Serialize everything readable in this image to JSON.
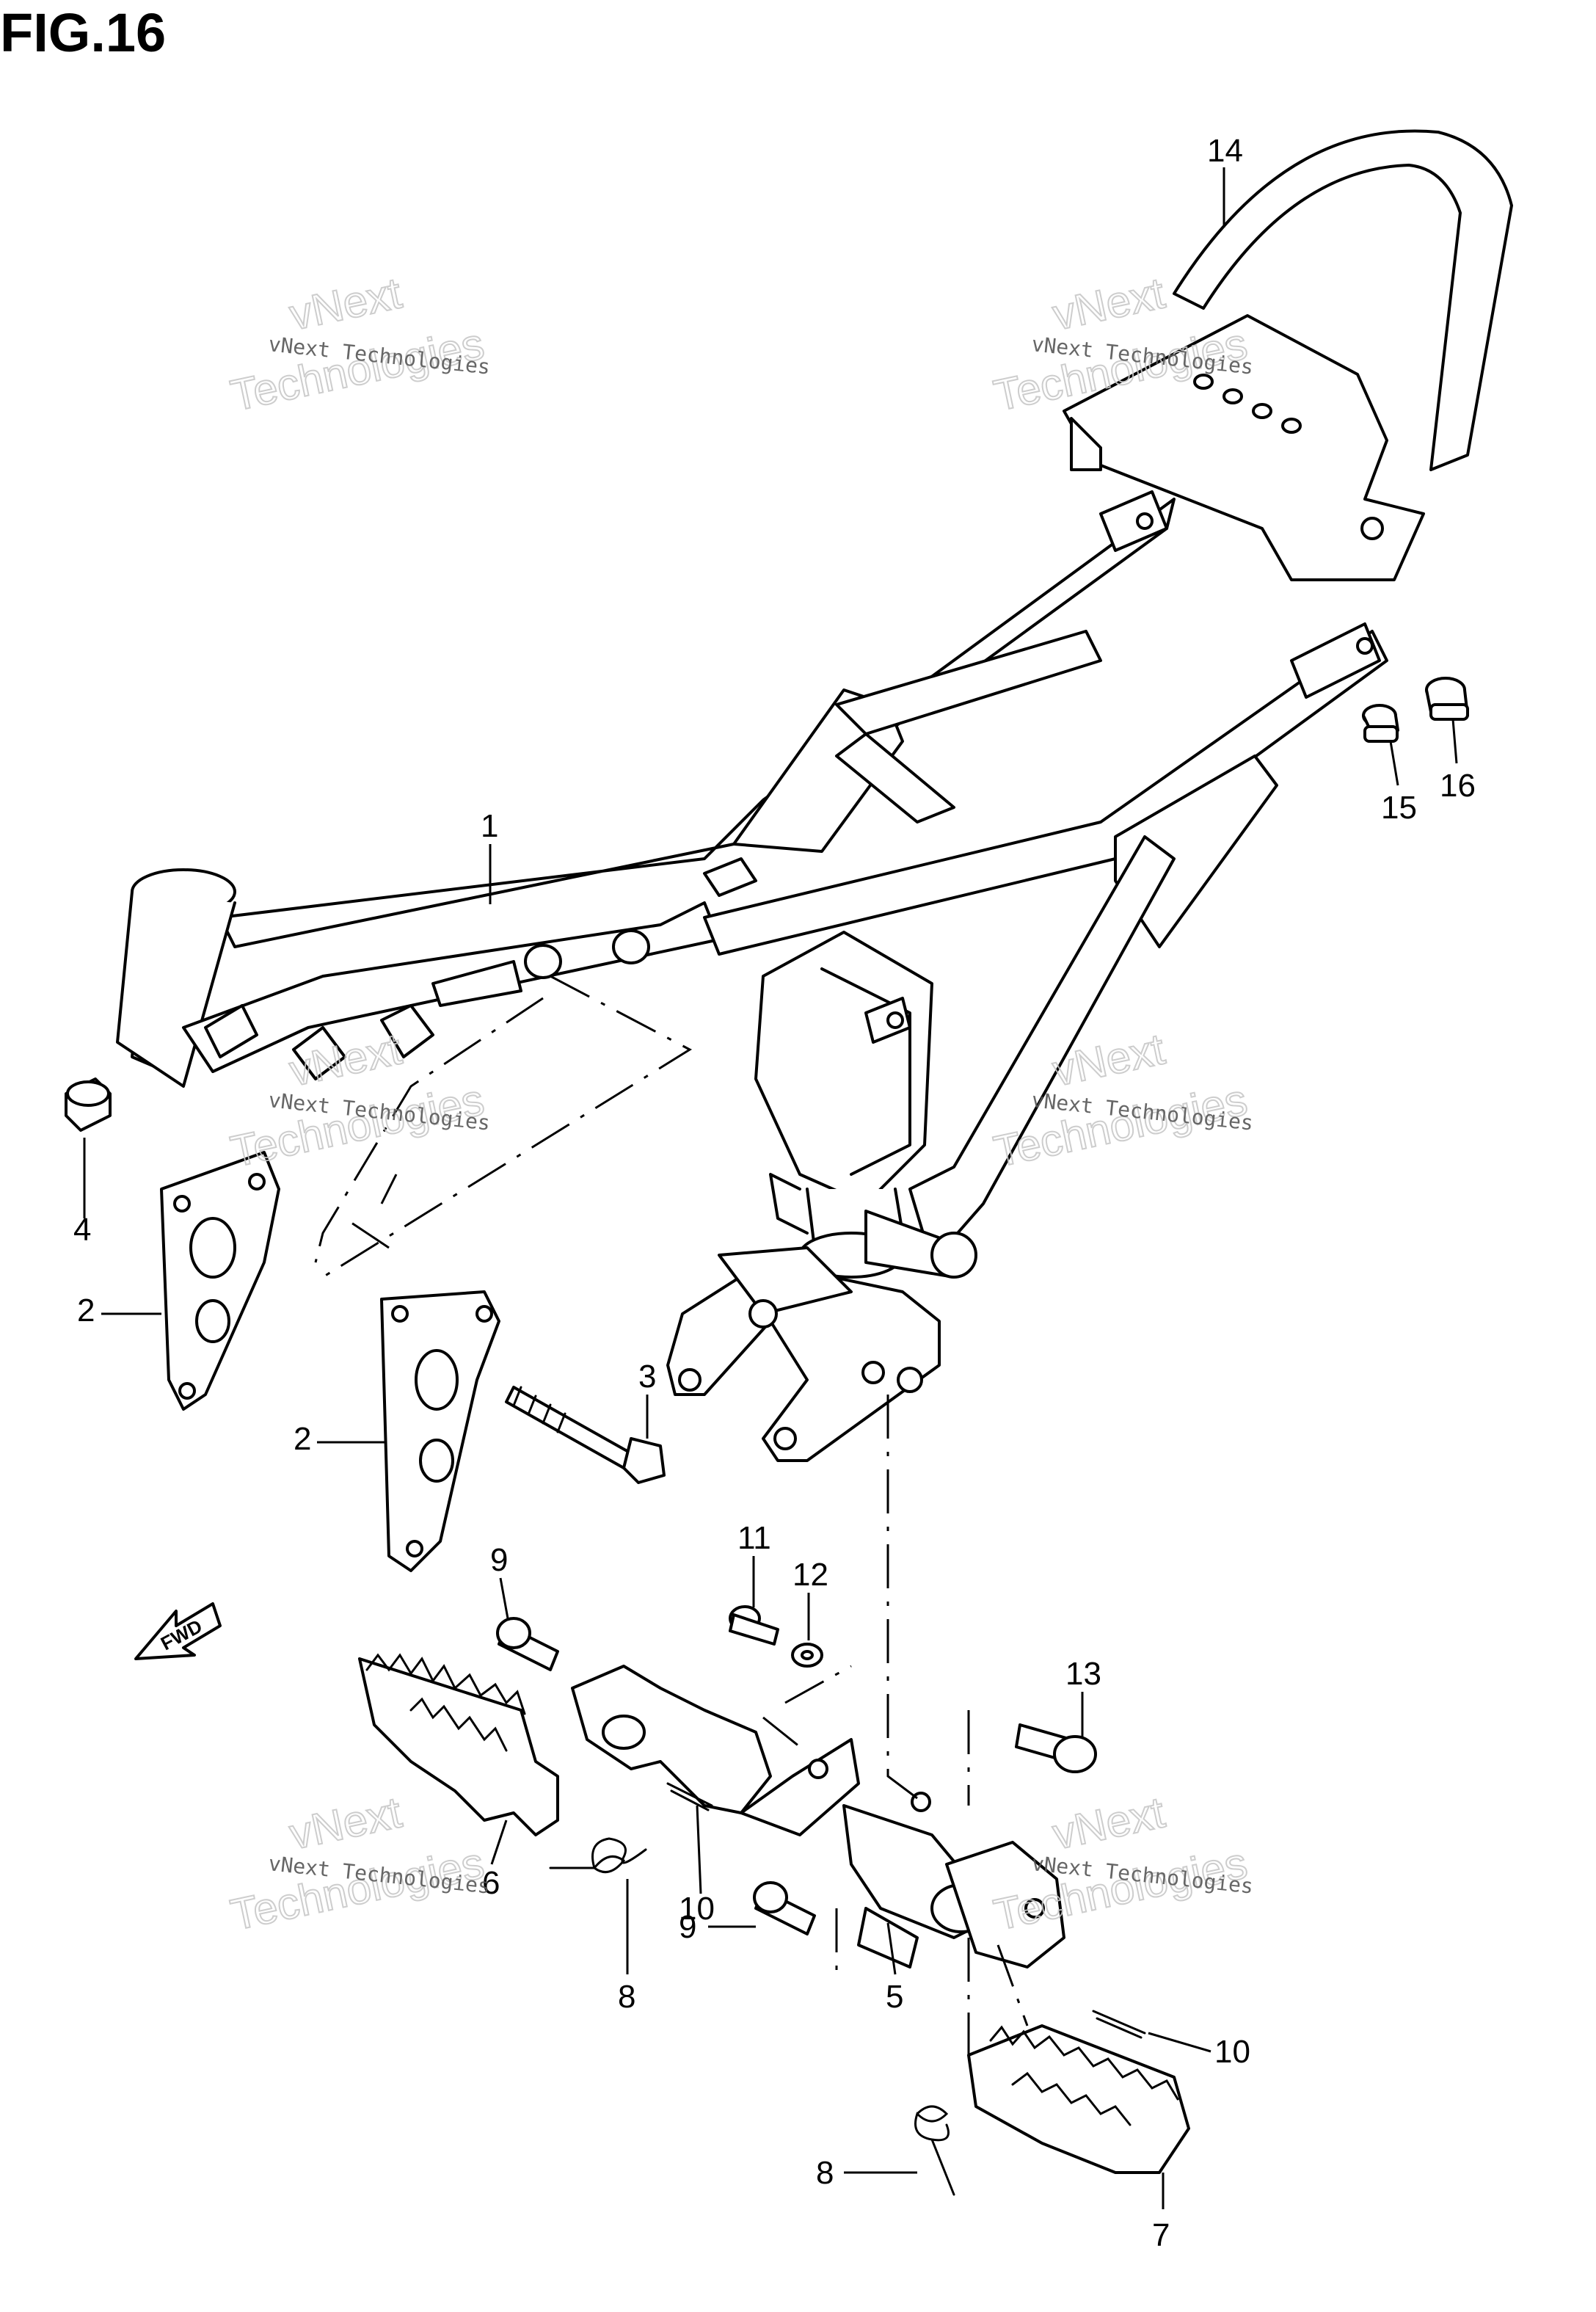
{
  "figure": {
    "title": "FIG.16"
  },
  "callouts": [
    {
      "id": "c1",
      "label": "1"
    },
    {
      "id": "c2a",
      "label": "2"
    },
    {
      "id": "c2b",
      "label": "2"
    },
    {
      "id": "c3",
      "label": "3"
    },
    {
      "id": "c4",
      "label": "4"
    },
    {
      "id": "c5",
      "label": "5"
    },
    {
      "id": "c6",
      "label": "6"
    },
    {
      "id": "c7",
      "label": "7"
    },
    {
      "id": "c8a",
      "label": "8"
    },
    {
      "id": "c8b",
      "label": "8"
    },
    {
      "id": "c9a",
      "label": "9"
    },
    {
      "id": "c9b",
      "label": "9"
    },
    {
      "id": "c10a",
      "label": "10"
    },
    {
      "id": "c10b",
      "label": "10"
    },
    {
      "id": "c11",
      "label": "11"
    },
    {
      "id": "c12",
      "label": "12"
    },
    {
      "id": "c13",
      "label": "13"
    },
    {
      "id": "c14",
      "label": "14"
    },
    {
      "id": "c15",
      "label": "15"
    },
    {
      "id": "c16",
      "label": "16"
    }
  ],
  "direction_arrow": {
    "label": "FWD"
  },
  "watermark": {
    "line1": "vNext Technologies",
    "overlay_top": "vNext",
    "overlay_bottom": "Technologies"
  }
}
